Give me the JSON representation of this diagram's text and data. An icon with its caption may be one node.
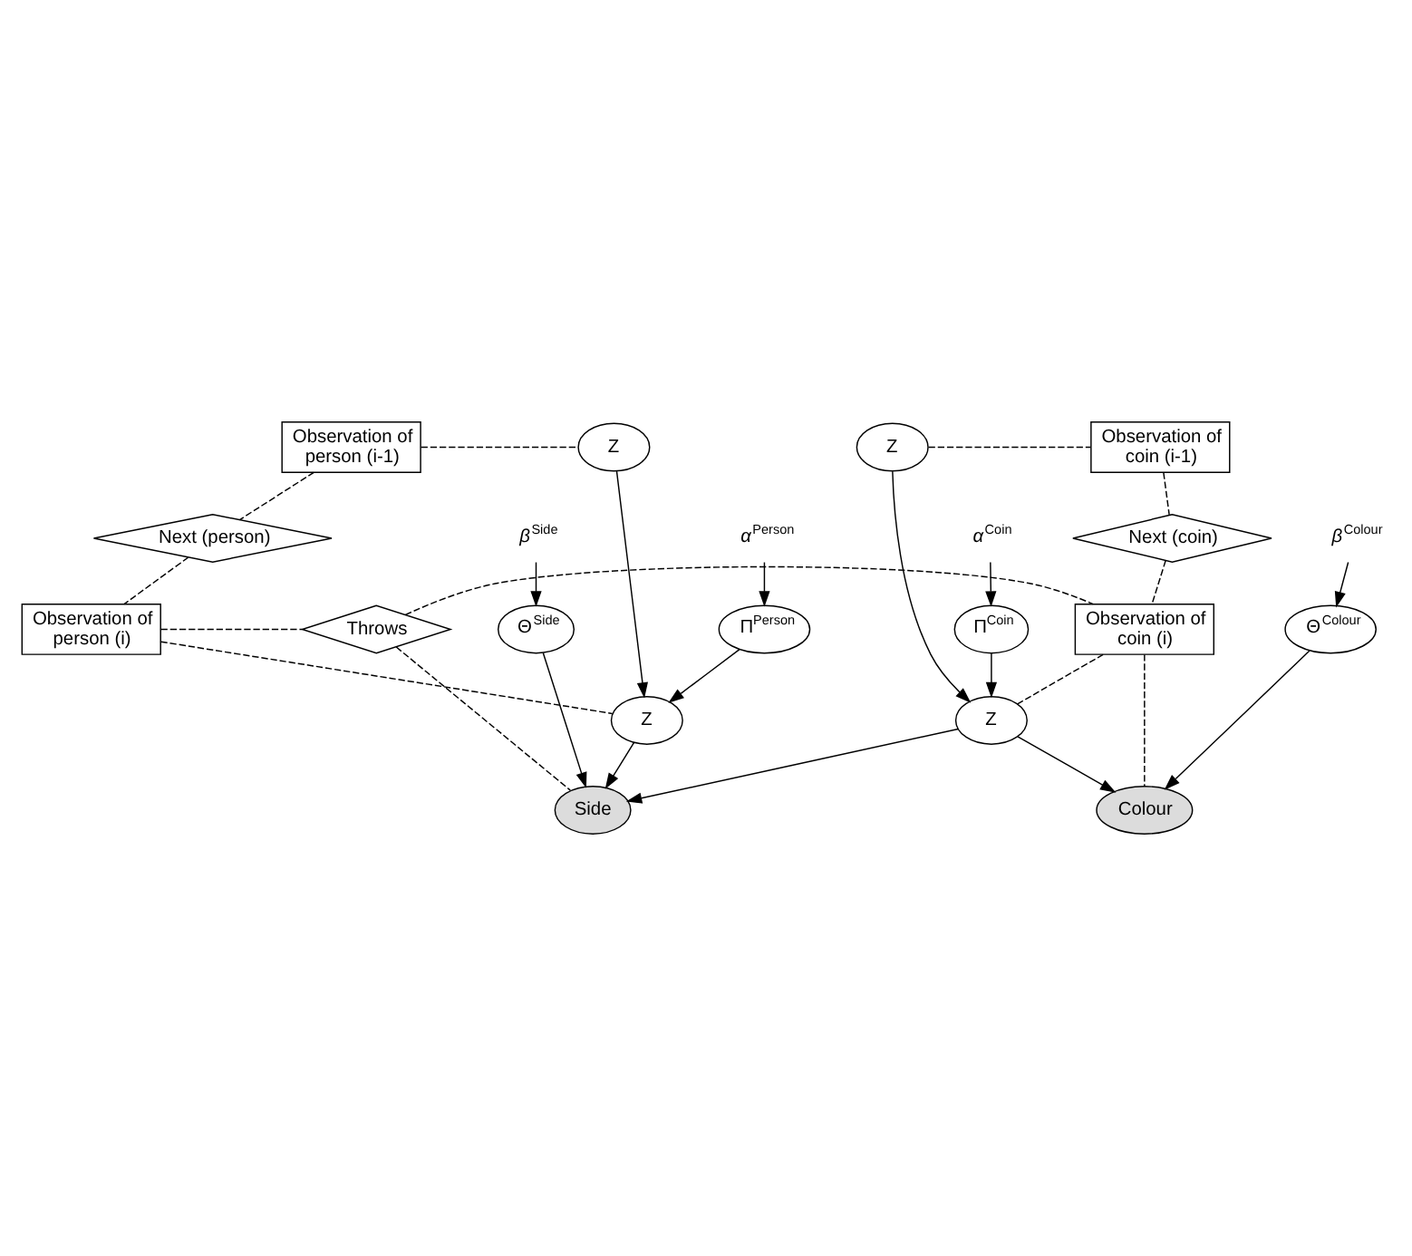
{
  "diagram": {
    "nodes": [
      {
        "text": [
          "Observation of person (i-1)"
        ]
      },
      {
        "text": [
          "Z"
        ]
      },
      {
        "text": [
          "Z"
        ]
      },
      {
        "text": [
          "Observation of coin (i-1)"
        ]
      },
      {
        "text": [
          "Next (person)"
        ]
      },
      {
        "text": [
          "Next (coin)"
        ]
      },
      {
        "text": [
          "Observation of person (i)"
        ]
      },
      {
        "text": [
          "Throws"
        ]
      },
      {
        "text": [
          "Observation of coin (i)"
        ]
      },
      {
        "text": [
          "Z"
        ]
      },
      {
        "text": [
          "Z"
        ]
      },
      {
        "text": [
          "Side"
        ]
      },
      {
        "text": [
          "Colour"
        ]
      },
      {
        "text": [
          "Π$^{Person}$"
        ]
      },
      {
        "text": [
          "Θ$^{Side}$"
        ]
      },
      {
        "text": [
          "Π$^{Coin}$"
        ]
      },
      {
        "text": [
          "Θ$^{Colour}$"
        ]
      },
      {
        "text": [
          "*α*$^{Person}$"
        ]
      },
      {
        "text": [
          "*β*$^{Side}$"
        ]
      },
      {
        "text": [
          "*α*$^{Coin}$"
        ]
      },
      {
        "text": [
          "*β*$^{Colour}$"
        ]
      }
    ],
    "edges": [
      {
        "from": 0,
        "to": 1,
        "arrow": "none",
        "style": "dashed"
      },
      {
        "from": 2,
        "to": 3,
        "arrow": "none",
        "style": "dashed"
      },
      {
        "from": 0,
        "to": 4,
        "arrow": "none",
        "style": "dashed"
      },
      {
        "from": 3,
        "to": 5,
        "arrow": "none",
        "style": "dashed"
      },
      {
        "from": 4,
        "to": 6,
        "arrow": "none",
        "style": "dashed"
      },
      {
        "from": 5,
        "to": 8,
        "arrow": "none",
        "style": "dashed"
      },
      {
        "from": 6,
        "to": 7,
        "arrow": "none",
        "style": "dashed"
      },
      {
        "from": 7,
        "to": 8,
        "arrow": "none",
        "style": "dashed"
      },
      {
        "from": 6,
        "to": 9,
        "arrow": "none",
        "style": "dashed"
      },
      {
        "from": 7,
        "to": 11,
        "arrow": "none",
        "style": "dashed"
      },
      {
        "from": 8,
        "to": 10,
        "arrow": "none",
        "style": "dashed"
      },
      {
        "from": 8,
        "to": 12,
        "arrow": "none",
        "style": "dashed"
      },
      {
        "from": 1,
        "to": 9,
        "arrow": "to"
      },
      {
        "from": 2,
        "to": 10,
        "arrow": "to"
      },
      {
        "from": 9,
        "to": 11,
        "arrow": "to"
      },
      {
        "from": 10,
        "to": 11,
        "arrow": "to"
      },
      {
        "from": 10,
        "to": 12,
        "arrow": "to"
      },
      {
        "from": 13,
        "to": 9,
        "arrow": "to"
      },
      {
        "from": 14,
        "to": 11,
        "arrow": "to"
      },
      {
        "from": 15,
        "to": 10,
        "arrow": "to"
      },
      {
        "from": 16,
        "to": 12,
        "arrow": "to"
      },
      {
        "from": 17,
        "to": 13,
        "arrow": "to"
      },
      {
        "from": 18,
        "to": 14,
        "arrow": "to"
      },
      {
        "from": 19,
        "to": 15,
        "arrow": "to"
      },
      {
        "from": 20,
        "to": 16,
        "arrow": "to"
      }
    ]
  }
}
